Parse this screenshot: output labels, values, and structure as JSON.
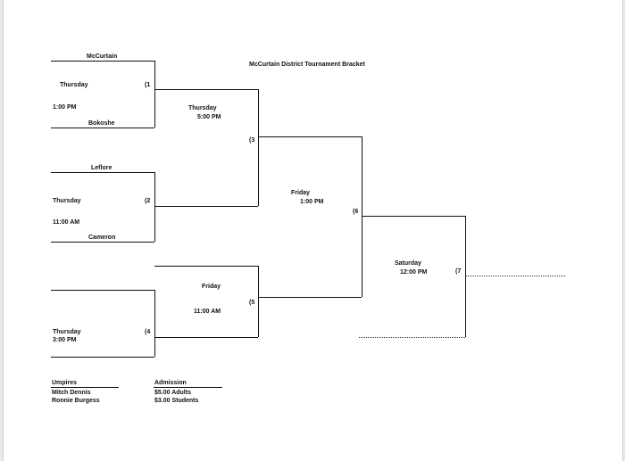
{
  "title": "McCurtain District Tournament Bracket",
  "games": {
    "g1": {
      "num": "(1",
      "team_top": "McCurtain",
      "team_bottom": "Bokoshe",
      "day": "Thursday",
      "time": "1:00 PM"
    },
    "g2": {
      "num": "(2",
      "team_top": "Leflore",
      "team_bottom": "Cameron",
      "day": "Thursday",
      "time": "11:00 AM"
    },
    "g3": {
      "num": "(3",
      "day": "Thursday",
      "time": "5:00 PM"
    },
    "g4": {
      "num": "(4",
      "day": "Thursday",
      "time": "3:00 PM"
    },
    "g5": {
      "num": "(5",
      "day": "Friday",
      "time": "11:00 AM"
    },
    "g6": {
      "num": "(6",
      "day": "Friday",
      "time": "1:00 PM"
    },
    "g7": {
      "num": "(7",
      "day": "Saturday",
      "time": "12:00 PM"
    }
  },
  "umpires": {
    "heading": "Umpires",
    "names": [
      "Mitch Dennis",
      "Ronnie Burgess"
    ]
  },
  "admission": {
    "heading": "Admission",
    "prices": [
      "$5.00 Adults",
      "$3.00 Students"
    ]
  }
}
